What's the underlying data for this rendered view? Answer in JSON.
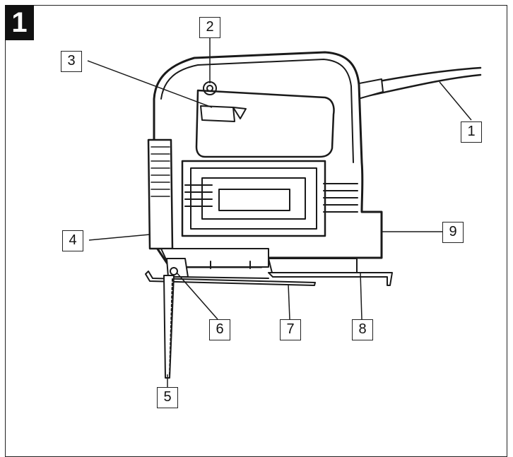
{
  "figure": {
    "number": "1",
    "callouts": [
      {
        "id": "c1",
        "label": "1"
      },
      {
        "id": "c2",
        "label": "2"
      },
      {
        "id": "c3",
        "label": "3"
      },
      {
        "id": "c4",
        "label": "4"
      },
      {
        "id": "c5",
        "label": "5"
      },
      {
        "id": "c6",
        "label": "6"
      },
      {
        "id": "c7",
        "label": "7"
      },
      {
        "id": "c8",
        "label": "8"
      },
      {
        "id": "c9",
        "label": "9"
      }
    ]
  },
  "colors": {
    "line": "#1a1a1a",
    "badge": "#111111",
    "background": "#ffffff"
  }
}
